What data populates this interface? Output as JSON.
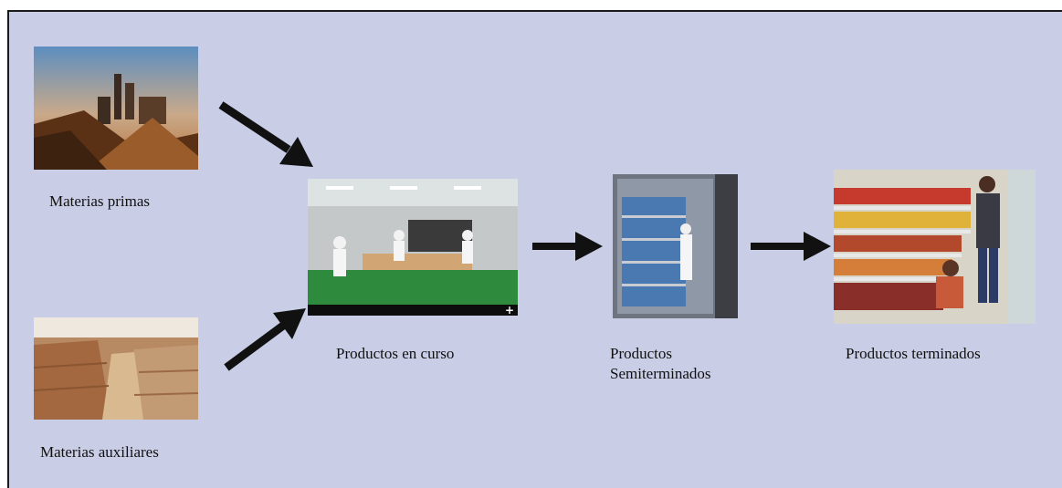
{
  "stages": {
    "raw_materials": {
      "label": "Materias primas"
    },
    "auxiliary_materials": {
      "label": "Materias auxiliares"
    },
    "in_process": {
      "label": "Productos en curso",
      "expand_glyph": "+"
    },
    "semi_finished": {
      "label_line1": "Productos",
      "label_line2": "Semiterminados"
    },
    "finished": {
      "label": "Productos terminados"
    }
  },
  "colors": {
    "panel": "#c9cde6",
    "arrow": "#111111"
  }
}
